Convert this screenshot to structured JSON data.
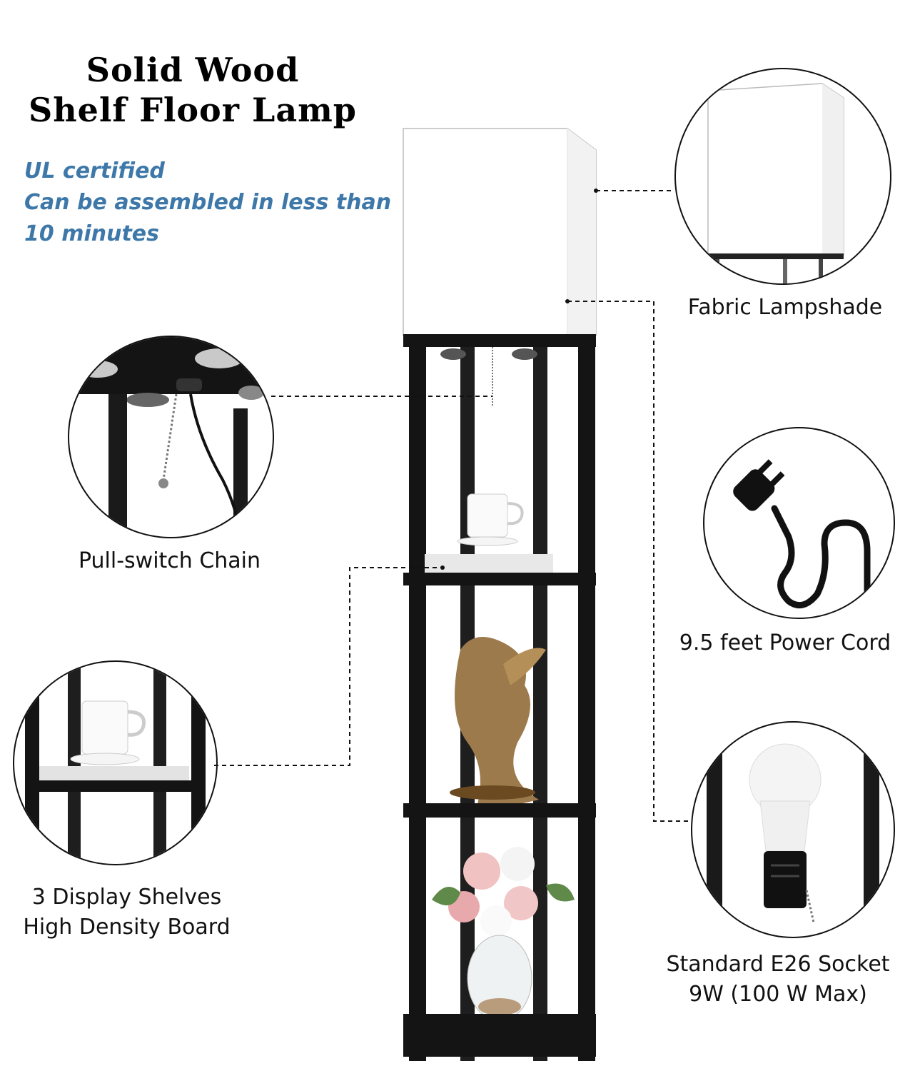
{
  "title": {
    "line1": "Solid Wood",
    "line2": "Shelf Floor Lamp"
  },
  "features": [
    "UL certified",
    "Can be assembled in less than",
    "10 minutes"
  ],
  "callouts": {
    "lampshade": "Fabric Lampshade",
    "chain": "Pull-switch Chain",
    "cord": "9.5 feet Power Cord",
    "shelves_line1": "3 Display Shelves",
    "shelves_line2": "High Density Board",
    "socket_line1": "Standard E26 Socket",
    "socket_line2": "9W (100 W Max)"
  },
  "colors": {
    "feature_text": "#3e78a9",
    "frame": "#141414",
    "shade": "#ffffff"
  }
}
